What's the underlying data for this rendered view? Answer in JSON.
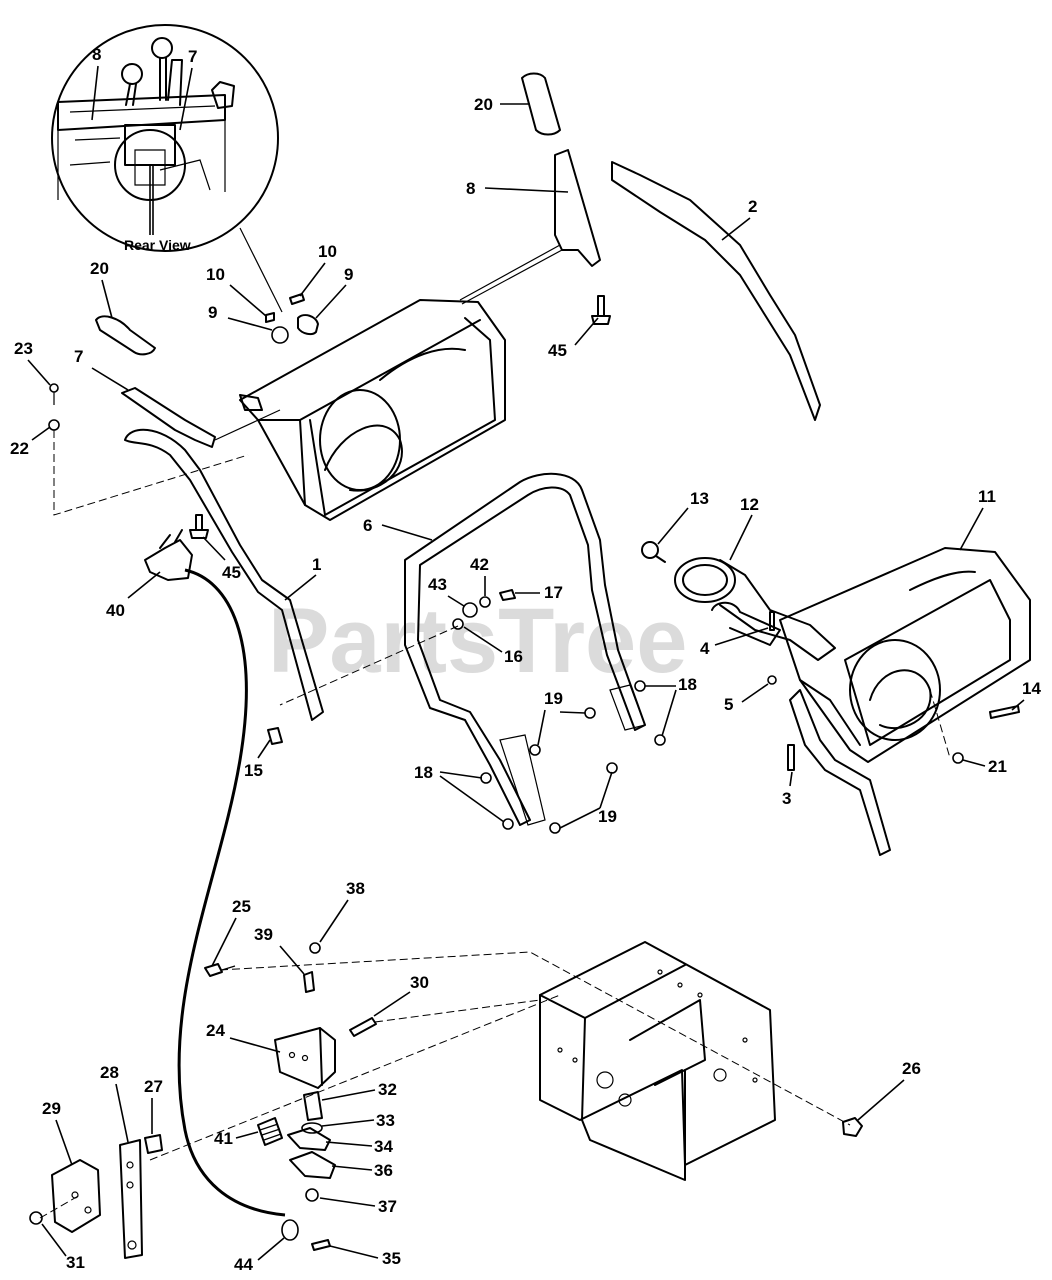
{
  "watermark": "PartsTree",
  "inset_caption": "Rear View",
  "labels": {
    "l1": "1",
    "l2": "2",
    "l3": "3",
    "l4": "4",
    "l5": "5",
    "l6": "6",
    "l7_inset": "7",
    "l7": "7",
    "l8_inset": "8",
    "l8": "8",
    "l9a": "9",
    "l9b": "9",
    "l10a": "10",
    "l10b": "10",
    "l11": "11",
    "l12": "12",
    "l13": "13",
    "l14": "14",
    "l15": "15",
    "l16": "16",
    "l17": "17",
    "l18a": "18",
    "l18b": "18",
    "l19a": "19",
    "l19b": "19",
    "l20a": "20",
    "l20b": "20",
    "l21": "21",
    "l22": "22",
    "l23": "23",
    "l24": "24",
    "l25": "25",
    "l26": "26",
    "l27": "27",
    "l28": "28",
    "l29": "29",
    "l30": "30",
    "l31": "31",
    "l32": "32",
    "l33": "33",
    "l34": "34",
    "l35": "35",
    "l36": "36",
    "l37": "37",
    "l38": "38",
    "l39": "39",
    "l40": "40",
    "l41": "41",
    "l42": "42",
    "l43": "43",
    "l44": "44",
    "l45a": "45",
    "l45b": "45"
  }
}
